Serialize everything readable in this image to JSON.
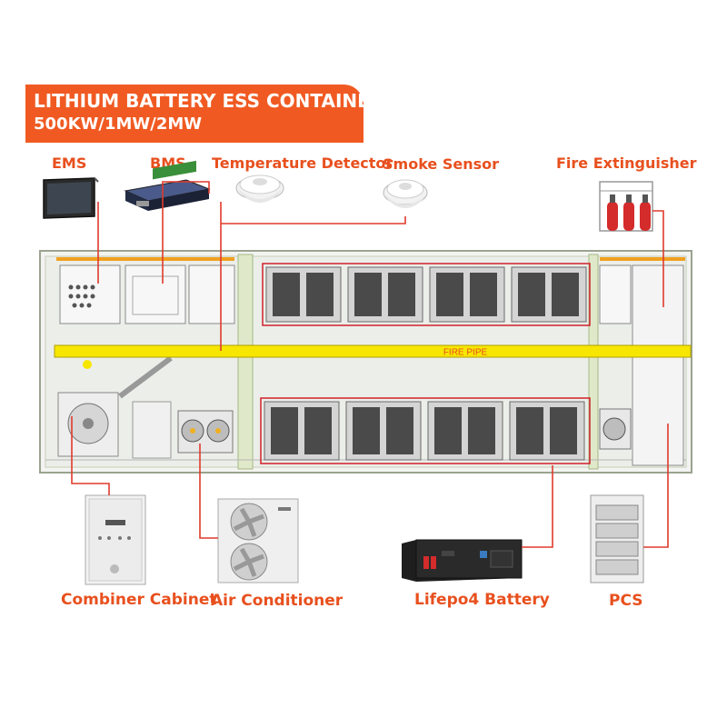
{
  "title": {
    "line1": "LITHIUM BATTERY ESS CONTAINER",
    "line2": "500KW/1MW/2MW"
  },
  "labels": {
    "ems": "EMS",
    "bms": "BMS",
    "temperature_detector": "Temperature Detector",
    "smoke_sensor": "Smoke Sensor",
    "fire_extinguisher": "Fire Extinguisher",
    "fire_pipe": "FIRE PIPE",
    "combiner_cabinet": "Combiner Cabinet",
    "air_conditioner": "Air Conditioner",
    "lifepo4_battery": "Lifepo4 Battery",
    "pcs": "PCS"
  },
  "colors": {
    "accent": "#f05a22",
    "label_text": "#e8501e",
    "leader_line": "#e03a2c",
    "fire_pipe": "#f7e600",
    "container_frame": "#b8c7a0",
    "battery_highlight": "#d0202a"
  }
}
